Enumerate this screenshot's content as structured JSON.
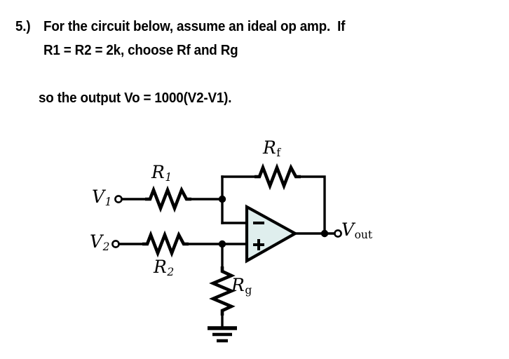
{
  "problem": {
    "number": "5.)",
    "line1": "For the circuit below, assume an ideal op amp.  If",
    "line2": "R1 = R2 = 2k, choose Rf and Rg",
    "line3": "so the output Vo = 1000(V2-V1)."
  },
  "circuit": {
    "type": "difference-amplifier",
    "background": "#ffffff",
    "wire_color": "#000000",
    "opamp_fill": "#dfeeed",
    "labels": {
      "v1": "V",
      "v1_sub": "1",
      "v2": "V",
      "v2_sub": "2",
      "r1": "R",
      "r1_sub": "1",
      "r2": "R",
      "r2_sub": "2",
      "rf": "R",
      "rf_sub": "f",
      "rg": "R",
      "rg_sub": "g",
      "vout": "V",
      "vout_sub": "out"
    },
    "opamp": {
      "inverting_sign": "−",
      "noninverting_sign": "+"
    },
    "ground": {
      "name": "ground-symbol",
      "bars": 3
    }
  }
}
